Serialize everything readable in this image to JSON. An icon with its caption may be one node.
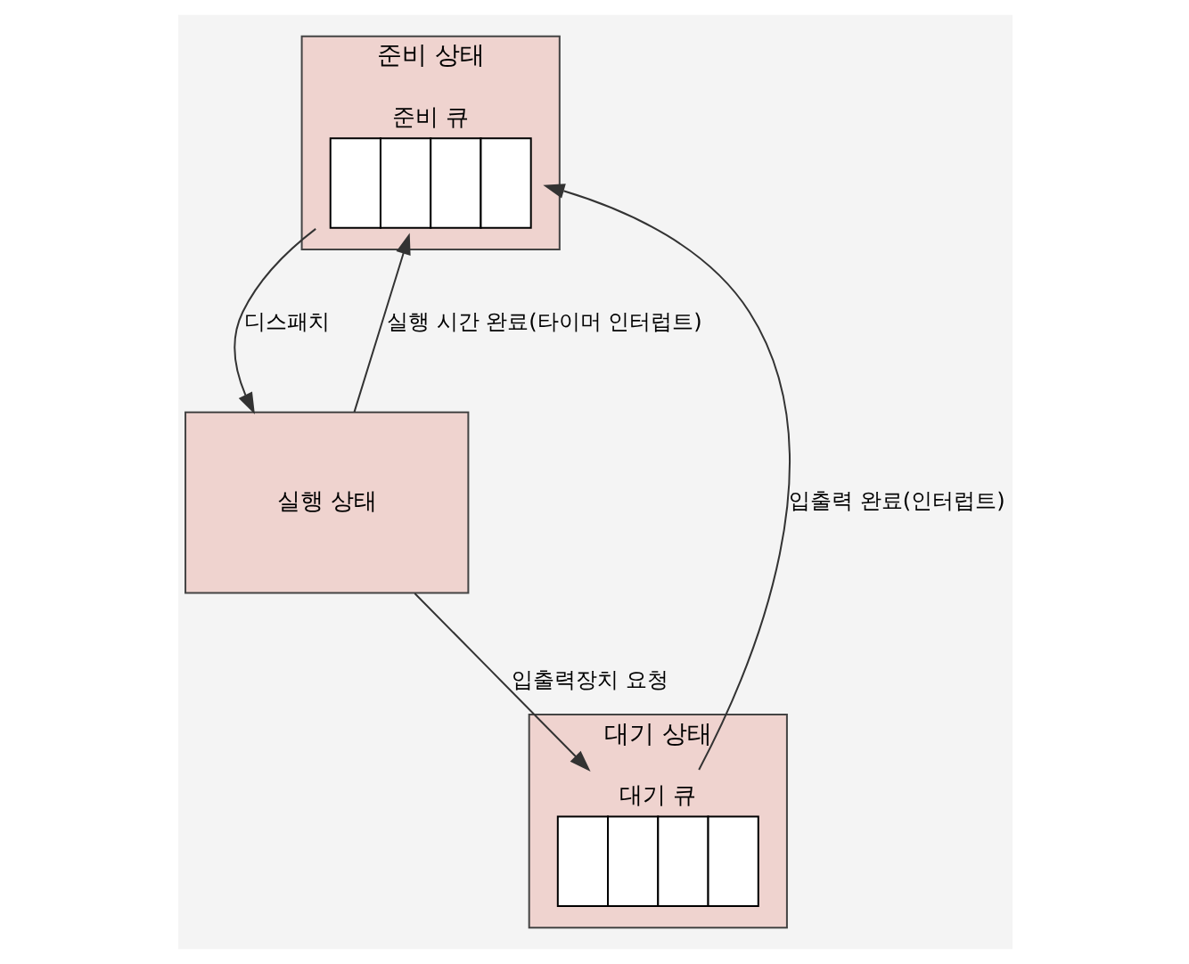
{
  "diagram": {
    "nodes": [
      {
        "text": [
          "준비 상태"
        ]
      },
      {
        "text": [
          "준비 큐"
        ],
        "in": 0
      },
      {
        "text": [
          "실행 상태"
        ]
      },
      {
        "text": [
          "대기 상태"
        ]
      },
      {
        "text": [
          "대기 큐"
        ],
        "in": 3
      }
    ],
    "edges": [
      {
        "from": 2,
        "to": 1,
        "arrow": "to",
        "label": "실행 시간 완료(타이머 인터럽트)"
      },
      {
        "from": 1,
        "to": 2,
        "arrow": "to",
        "label": "디스패치"
      },
      {
        "from": 4,
        "to": 1,
        "arrow": "to",
        "label": "입출력 완료(인터럽트)"
      },
      {
        "from": 2,
        "to": 4,
        "arrow": "to",
        "label": "입출력장치 요청"
      }
    ]
  }
}
